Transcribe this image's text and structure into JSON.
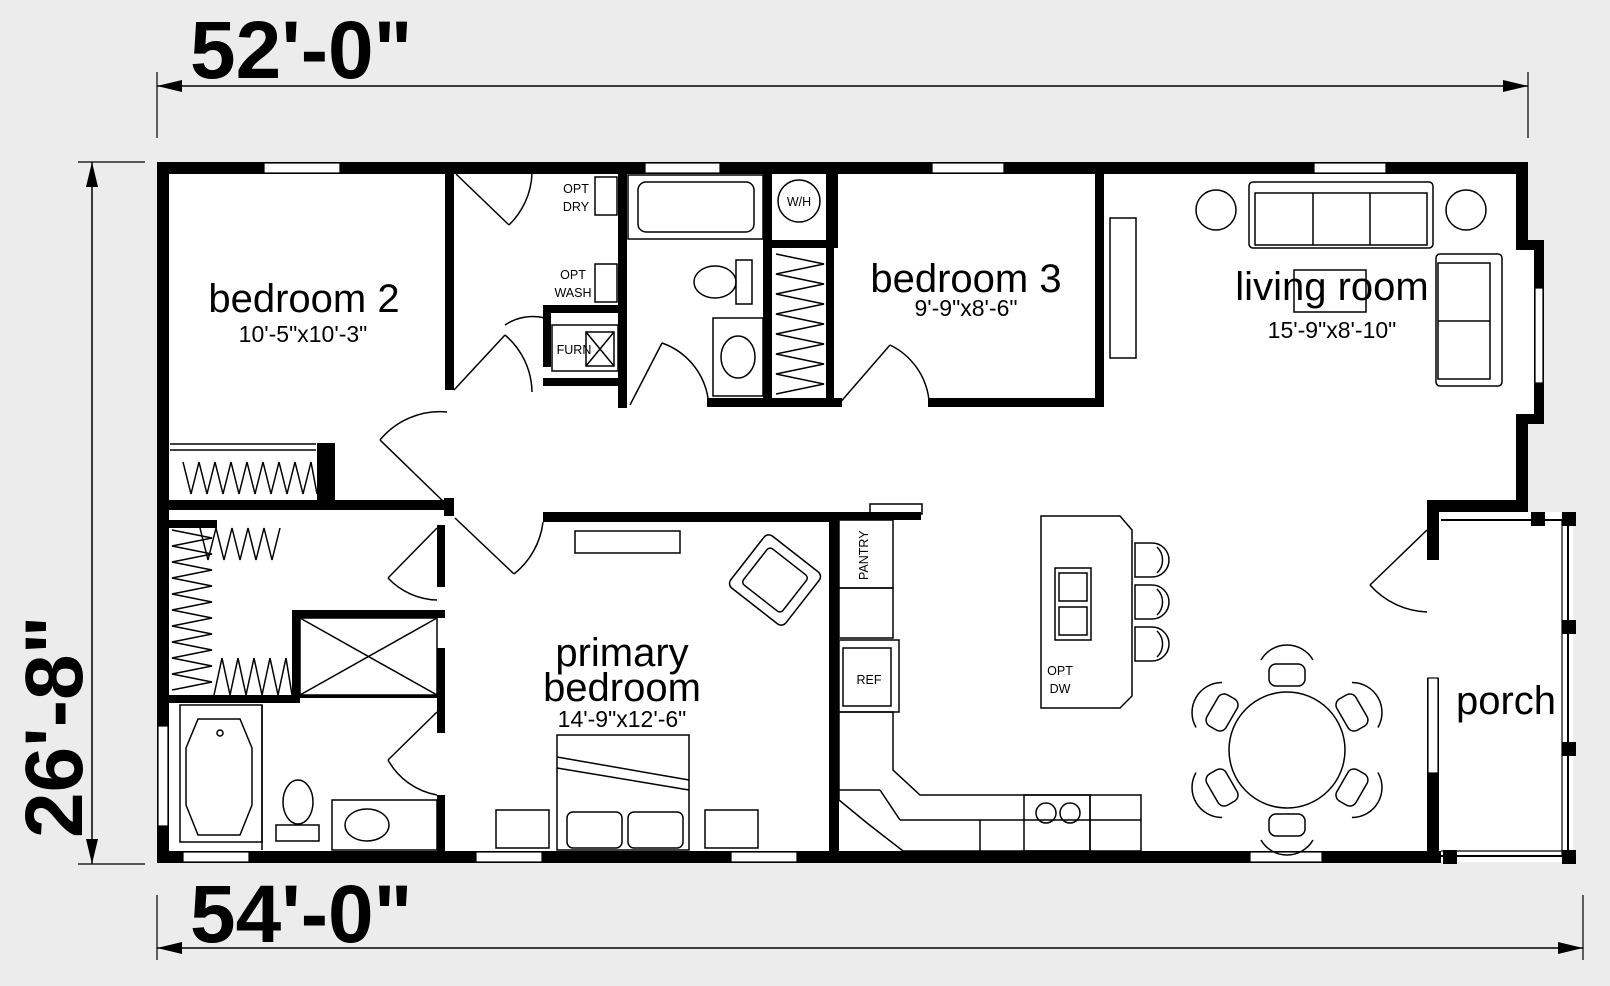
{
  "dimensions": {
    "top_width": "52'-0\"",
    "bottom_width": "54'-0\"",
    "depth": "26'-8\""
  },
  "rooms": {
    "bedroom2": {
      "name": "bedroom 2",
      "size": "10'-5\"x10'-3\""
    },
    "bedroom3": {
      "name": "bedroom 3",
      "size": "9'-9\"x8'-6\""
    },
    "living": {
      "name": "living room",
      "size": "15'-9\"x8'-10\""
    },
    "primary": {
      "name_line1": "primary",
      "name_line2": "bedroom",
      "size": "14'-9\"x12'-6\""
    },
    "porch": {
      "name": "porch"
    }
  },
  "fixtures": {
    "opt_dry_1": "OPT",
    "opt_dry_2": "DRY",
    "opt_wash_1": "OPT",
    "opt_wash_2": "WASH",
    "furnace": "FURN",
    "water_heater": "W/H",
    "pantry": "PANTRY",
    "refrigerator": "REF",
    "opt_dw_1": "OPT",
    "opt_dw_2": "DW"
  }
}
